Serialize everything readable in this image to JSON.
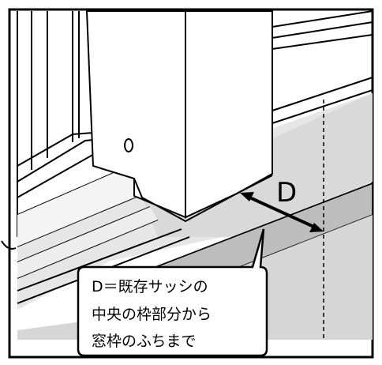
{
  "diagram": {
    "dimension_label": "D",
    "callout": {
      "lines": [
        "D＝既存サッシの",
        "中央の枠部分から",
        "窓枠のふちまで"
      ]
    }
  }
}
